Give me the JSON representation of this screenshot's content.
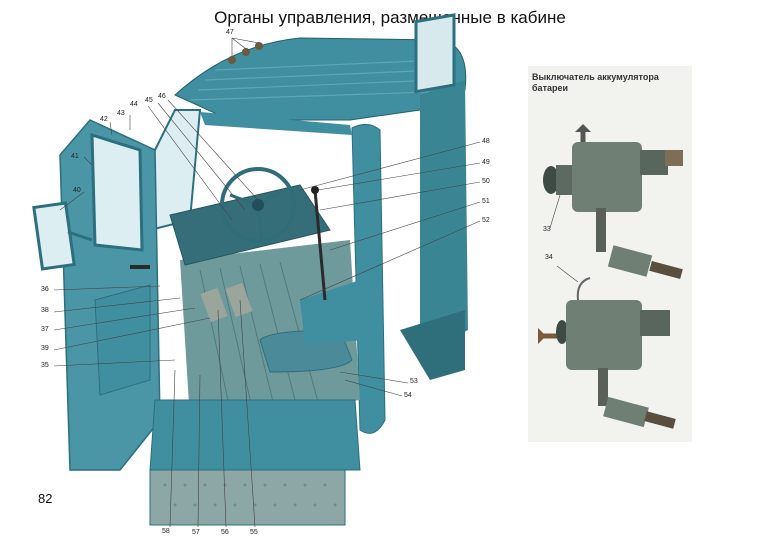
{
  "title": "Органы управления, размещенные в кабине",
  "page_number": "82",
  "switch_caption": "Выключатель аккумулятора батареи",
  "callouts": {
    "n47": "47",
    "n46": "46",
    "n45": "45",
    "n44": "44",
    "n43": "43",
    "n42": "42",
    "n41": "41",
    "n40": "40",
    "n36": "36",
    "n38": "38",
    "n37": "37",
    "n39": "39",
    "n35": "35",
    "n48": "48",
    "n49": "49",
    "n50": "50",
    "n51": "51",
    "n52": "52",
    "n53": "53",
    "n54": "54",
    "n58": "58",
    "n57": "57",
    "n56": "56",
    "n55": "55",
    "n33": "33",
    "n34": "34"
  },
  "colors": {
    "cab": "#3f8fa0",
    "cab_dark": "#2c6f7e",
    "cab_light": "#6fb3c0",
    "metal": "#6f7f74"
  }
}
